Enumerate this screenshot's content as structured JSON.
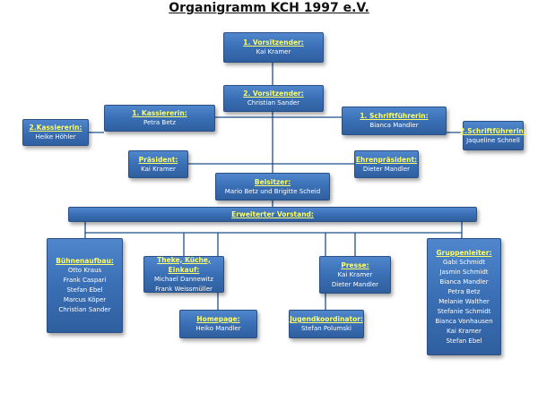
{
  "title": "Organigramm KCH 1997 e.V.",
  "nodes": {
    "vorsitzender1": {
      "role": "1. Vorsitzender:",
      "members": [
        "Kai Kramer"
      ]
    },
    "vorsitzender2": {
      "role": "2. Vorsitzender:",
      "members": [
        "Christian Sander"
      ]
    },
    "kassiererin1": {
      "role": "1. Kassiererin:",
      "members": [
        "Petra Betz"
      ]
    },
    "kassiererin2": {
      "role": "2.Kassiererin:",
      "members": [
        "Heike Höhler"
      ]
    },
    "schriftfuehrerin1": {
      "role": "1. Schriftführerin:",
      "members": [
        "Bianca Mandler"
      ]
    },
    "schriftfuehrerin2": {
      "role": "2.Schriftführerin:",
      "members": [
        "Jaqueline Schnell"
      ]
    },
    "praesident": {
      "role": "Präsident:",
      "members": [
        "Kai Kramer"
      ]
    },
    "ehrenpraesident": {
      "role": "Ehrenpräsident:",
      "members": [
        "Dieter Mandler"
      ]
    },
    "beisitzer": {
      "role": "Beisitzer:",
      "members": [
        "Mario Betz und Brigitte Scheid"
      ]
    },
    "erweiterter": {
      "role": "Erweiterter Vorstand:",
      "members": []
    },
    "buehnenaufbau": {
      "role": "Bühnenaufbau:",
      "members": [
        "Otto Kraus",
        "Frank Caspari",
        "Stefan Ebel",
        "Marcus Köper",
        "Christian Sander"
      ]
    },
    "theke": {
      "role": "Theke, Küche, Einkauf:",
      "members": [
        "Michael Dannewitz",
        "Frank Weissmüller"
      ]
    },
    "presse": {
      "role": "Presse:",
      "members": [
        "Kai Kramer",
        "Dieter Mandler"
      ]
    },
    "homepage": {
      "role": "Homepage:",
      "members": [
        "Heiko Mandler"
      ]
    },
    "jugend": {
      "role": "Jugendkoordinator:",
      "members": [
        "Stefan Polumski"
      ]
    },
    "gruppenleiter": {
      "role": "Gruppenleiter:",
      "members": [
        "Gabi Schmidt",
        "Jasmin Schmidt",
        "Bianca Mandler",
        "Petra Betz",
        "Melanie Walther",
        "Stefanie Schmidt",
        "Bianca Vonhausen",
        "Kai Kramer",
        "Stefan Ebel"
      ]
    }
  },
  "colors": {
    "box": "#3a6fb5",
    "role_text": "#ffff66",
    "member_text": "#ffffff",
    "connector": "#1f4f8f"
  }
}
